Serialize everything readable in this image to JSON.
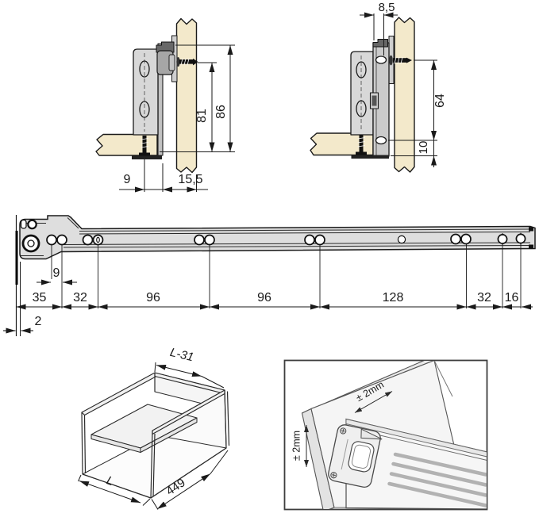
{
  "figures": {
    "bracket_left": {
      "description": "front-fixing bracket side view",
      "dims": {
        "overall_height": "86",
        "hole_height": "81",
        "screw_offset": "9",
        "depth": "15,5"
      }
    },
    "bracket_right": {
      "description": "rear-fixing bracket side view",
      "dims": {
        "front_offset": "8,5",
        "hole_spacing": "64",
        "bottom_offset": "10"
      }
    },
    "rail": {
      "description": "drawer slide rail top view with hole pattern",
      "dims": {
        "pair_spacing": "9",
        "segments": [
          "35",
          "32",
          "96",
          "96",
          "128",
          "32",
          "16"
        ],
        "thickness": "2"
      }
    },
    "drawer_box": {
      "description": "isometric drawer box",
      "dims": {
        "inner_width": "L-31",
        "side_length": "L",
        "rail_length": "449"
      }
    },
    "detail": {
      "description": "front bracket adjustment detail",
      "tolerance_top": "± 2mm",
      "tolerance_side": "± 2mm"
    }
  },
  "colors": {
    "wood": "#f3e9cb",
    "metal_light": "#d8d8d8",
    "metal_mid": "#a6a6a6",
    "metal_dark": "#666666",
    "line": "#1a1a1a",
    "slot_gray": "#b2b2b2"
  }
}
